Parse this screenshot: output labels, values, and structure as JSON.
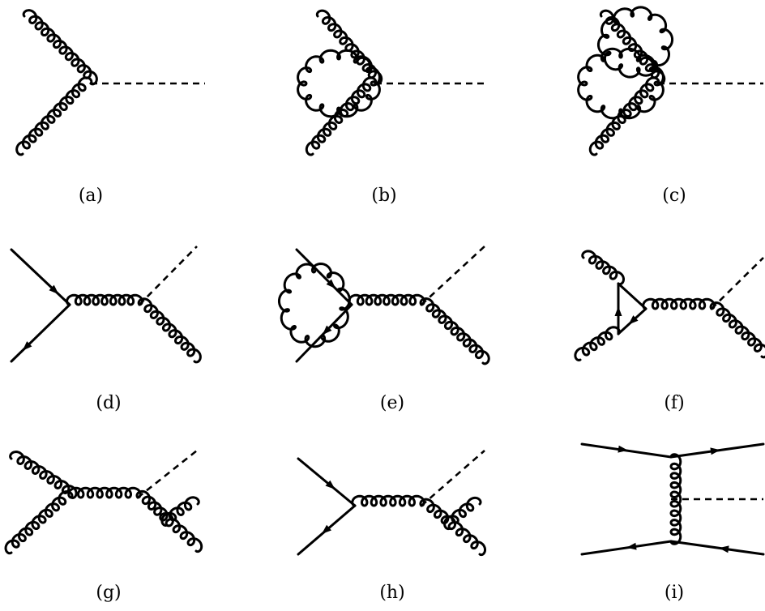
{
  "panels": [
    {
      "id": "a",
      "label": "(a)"
    },
    {
      "id": "b",
      "label": "(b)"
    },
    {
      "id": "c",
      "label": "(c)"
    },
    {
      "id": "d",
      "label": "(d)"
    },
    {
      "id": "e",
      "label": "(e)"
    },
    {
      "id": "f",
      "label": "(f)"
    },
    {
      "id": "g",
      "label": "(g)"
    },
    {
      "id": "h",
      "label": "(h)"
    },
    {
      "id": "i",
      "label": "(i)"
    }
  ]
}
